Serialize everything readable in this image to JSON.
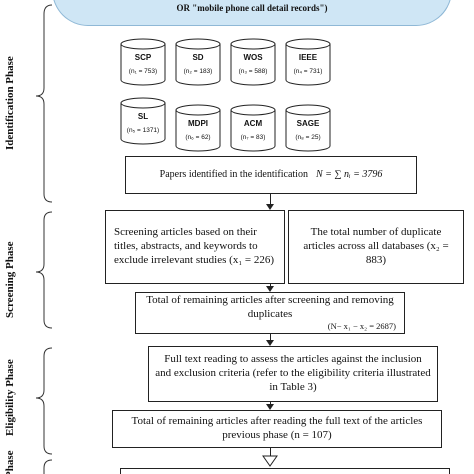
{
  "search_query_tail": "OR \"mobile phone call detail records\")",
  "phases": {
    "identification": "Identification Phase",
    "screening": "Screening Phase",
    "eligibility": "Eligibility Phase",
    "inclusion": "Phase"
  },
  "databases": [
    {
      "name": "SCP",
      "count": "(n₁ = 753)"
    },
    {
      "name": "SD",
      "count": "(n₂ = 183)"
    },
    {
      "name": "WOS",
      "count": "(n₃ = 588)"
    },
    {
      "name": "IEEE",
      "count": "(n₄ = 731)"
    },
    {
      "name": "SL",
      "count": "(n₅ = 1371)"
    },
    {
      "name": "MDPI",
      "count": "(n₆ = 62)"
    },
    {
      "name": "ACM",
      "count": "(n₇ = 83)"
    },
    {
      "name": "SAGE",
      "count": "(n₈ = 25)"
    }
  ],
  "boxes": {
    "identified": "Papers identified in the identification",
    "identified_formula": "N = ∑ nᵢ = 3796",
    "screening": "Screening articles based on their titles, abstracts, and keywords to exclude irrelevant studies (x₁ = 226)",
    "duplicates": "The total number of duplicate articles across all databases (x₂ = 883)",
    "remaining_screen": "Total of remaining articles after screening and removing duplicates",
    "remaining_screen_formula": "(N− x₁ − x₂ = 2687)",
    "full_text": "Full text reading to assess the articles against the inclusion and exclusion criteria (refer to the eligibility criteria illustrated in Table 3)",
    "remaining_full": "Total of remaining articles after reading the full text of the articles previous phase (n = 107)"
  },
  "icons": {
    "database": "cylinder-icon",
    "arrow": "down-arrow-icon"
  }
}
